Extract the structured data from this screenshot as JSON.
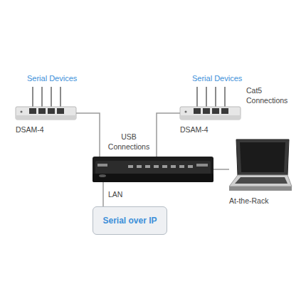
{
  "diagram": {
    "nodes": [
      {
        "text": [
          "DSAM-4"
        ]
      },
      {
        "text": [
          "DSAM-4"
        ]
      },
      {
        "text": []
      },
      {
        "text": [
          "At-the-Rack"
        ]
      },
      {
        "text": [
          "Serial over IP"
        ]
      }
    ],
    "edges": [
      {
        "from": 0,
        "to": 2,
        "arrow": "none"
      },
      {
        "from": 1,
        "to": 2,
        "arrow": "none"
      },
      {
        "from": 2,
        "to": 3,
        "arrow": "none"
      },
      {
        "from": 2,
        "to": 4,
        "label": "LAN",
        "arrow": "none"
      }
    ],
    "labels": [
      "Serial Devices",
      "Serial Devices",
      "Cat5 Connections",
      "USB Connections"
    ]
  }
}
